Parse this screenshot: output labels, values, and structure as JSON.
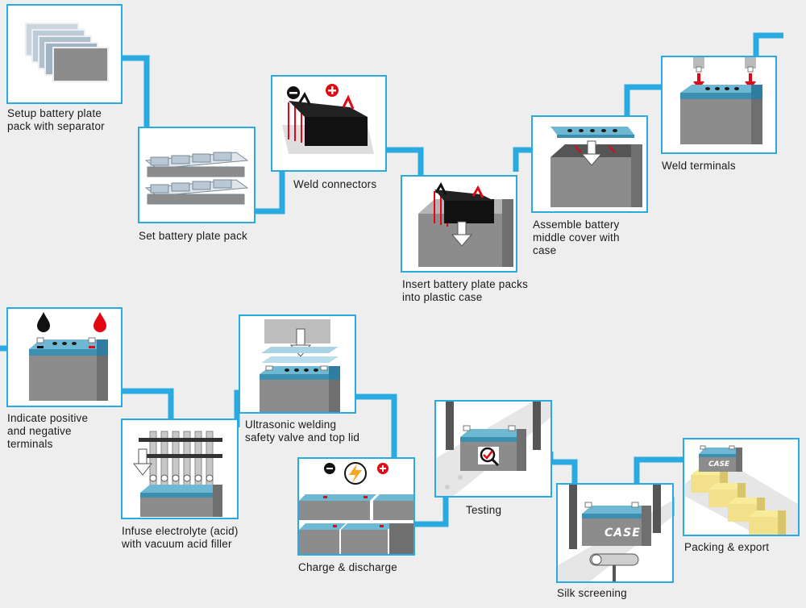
{
  "diagram": {
    "steps": [
      {
        "id": "setup",
        "lines": [
          "Setup battery plate",
          "pack with separator"
        ]
      },
      {
        "id": "set",
        "lines": [
          "Set battery plate pack"
        ]
      },
      {
        "id": "weld-connectors",
        "lines": [
          "Weld connectors"
        ]
      },
      {
        "id": "insert",
        "lines": [
          "Insert battery plate packs",
          "into plastic case"
        ]
      },
      {
        "id": "assemble",
        "lines": [
          "Assemble battery",
          "middle cover with",
          "case"
        ]
      },
      {
        "id": "weld-terminals",
        "lines": [
          "Weld terminals"
        ]
      },
      {
        "id": "indicate",
        "lines": [
          "Indicate positive",
          "and negative",
          "terminals"
        ]
      },
      {
        "id": "infuse",
        "lines": [
          "Infuse electrolyte (acid)",
          "with vacuum acid filler"
        ]
      },
      {
        "id": "ultrasonic",
        "lines": [
          "Ultrasonic welding",
          "safety valve and top lid"
        ]
      },
      {
        "id": "charge",
        "lines": [
          "Charge & discharge"
        ]
      },
      {
        "id": "testing",
        "lines": [
          "Testing"
        ]
      },
      {
        "id": "silk",
        "lines": [
          "Silk screening"
        ]
      },
      {
        "id": "packing",
        "lines": [
          "Packing & export"
        ]
      }
    ],
    "case_text": "CASE",
    "colors": {
      "connector": "#29abe2",
      "case": "#8c8c8c",
      "lid": "#6fb8d4",
      "positive": "#e30613",
      "negative": "#111111",
      "box": "#f3e08a"
    }
  }
}
